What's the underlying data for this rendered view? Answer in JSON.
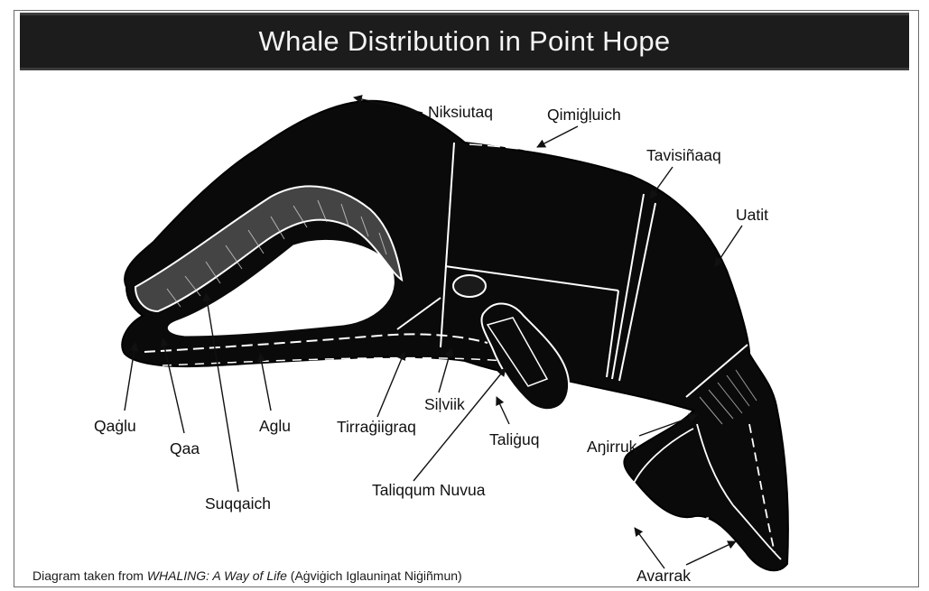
{
  "title": "Whale Distribution in Point Hope",
  "labels": {
    "niksiutaq": "Niksiutaq",
    "qimigluich": "Qimiġḷuich",
    "tavisinaaq": "Tavisiñaaq",
    "uatit": "Uatit",
    "qaglu": "Qaġlu",
    "qaa": "Qaa",
    "aglu": "Aglu",
    "tirragiigraq": "Tirraġiigraq",
    "silviik": "Siḷviik",
    "taliguq": "Taliġuq",
    "anirruk": "Aŋirruk",
    "taliqqum_nuvua": "Taliqqum Nuvua",
    "suqqaich": "Suqqaich",
    "avarrak": "Avarrak"
  },
  "caption": {
    "prefix": "Diagram taken from ",
    "book": "WHALING: A Way of Life",
    "suffix": " (Aġviġich Iglauniŋat Niġiñmun)"
  },
  "colors": {
    "whale": "#0a0a0a",
    "outline": "#ffffff",
    "title_bar": "#1c1c1c",
    "title_text": "#f4f4f4",
    "text": "#111111"
  }
}
